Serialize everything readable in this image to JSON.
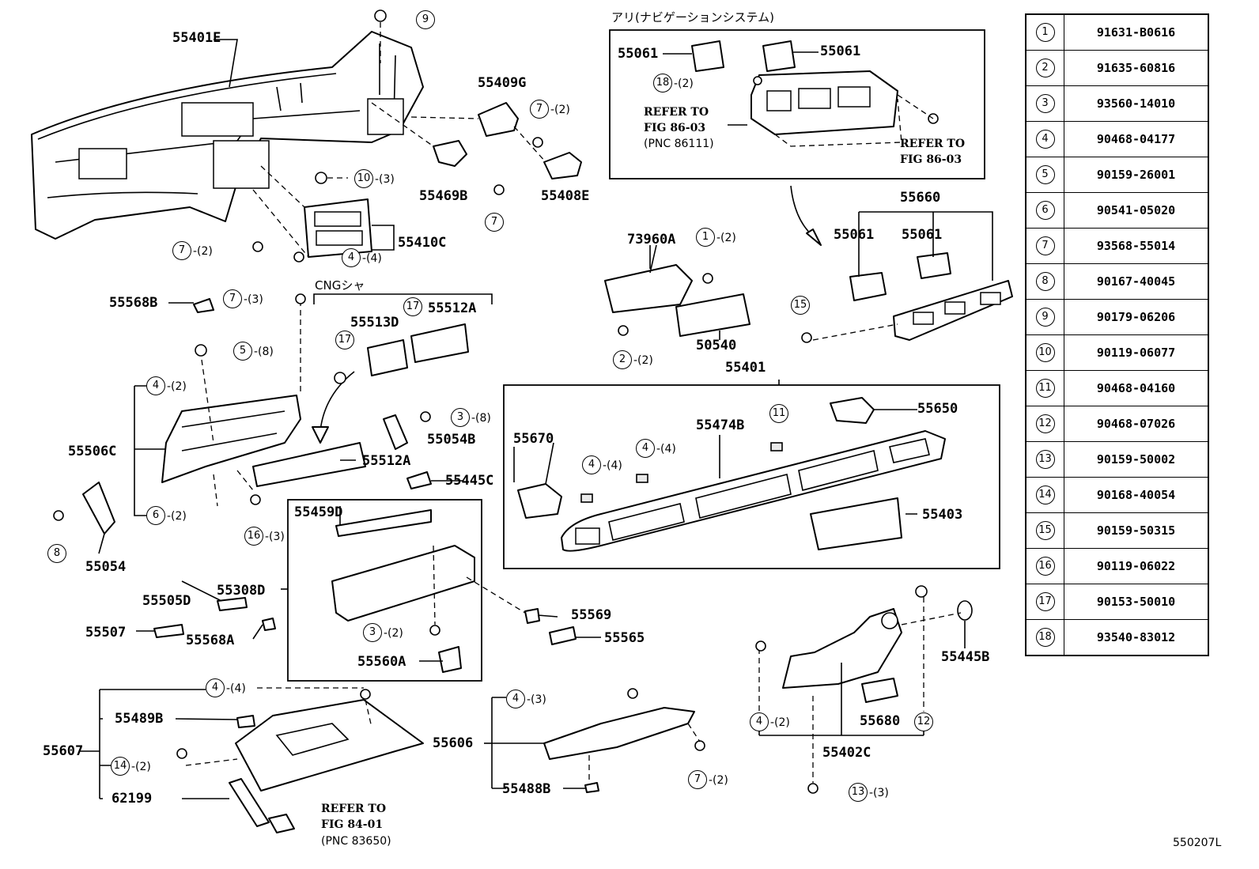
{
  "figure_code": "550207L",
  "box_titles": {
    "navi": "アリ(ナビゲーションシステム)",
    "cng": "CNGシャ"
  },
  "refs": {
    "navi_a_line1": "REFER TO",
    "navi_a_line2": "FIG 86-03",
    "navi_a_line3": "(PNC 86111)",
    "navi_b_line1": "REFER TO",
    "navi_b_line2": "FIG 86-03",
    "bottom_line1": "REFER TO",
    "bottom_line2": "FIG 84-01",
    "bottom_line3": "(PNC 83650)"
  },
  "part_labels": {
    "p55401E": "55401E",
    "p55409G": "55409G",
    "p55469B": "55469B",
    "p55408E": "55408E",
    "p55410C": "55410C",
    "p55061a": "55061",
    "p55061b": "55061",
    "p55660": "55660",
    "p55061c": "55061",
    "p55061d": "55061",
    "p73960A": "73960A",
    "p50540": "50540",
    "p55568B": "55568B",
    "p55513D": "55513D",
    "p55512A_top": "55512A",
    "p55512A_bot": "55512A",
    "p55506C": "55506C",
    "p55054B": "55054B",
    "p55445C": "55445C",
    "p55054": "55054",
    "p55401": "55401",
    "p55474B": "55474B",
    "p55650": "55650",
    "p55670": "55670",
    "p55403": "55403",
    "p55459D": "55459D",
    "p55308D": "55308D",
    "p55505D": "55505D",
    "p55507": "55507",
    "p55568A": "55568A",
    "p55569": "55569",
    "p55565": "55565",
    "p55560A": "55560A",
    "p55445B": "55445B",
    "p55680": "55680",
    "p55402C": "55402C",
    "p55489B": "55489B",
    "p55607": "55607",
    "p62199": "62199",
    "p55606": "55606",
    "p55488B": "55488B"
  },
  "callouts": [
    {
      "n": "9",
      "qty": ""
    },
    {
      "n": "10",
      "qty": "-(3)"
    },
    {
      "n": "7",
      "qty": "-(2)"
    },
    {
      "n": "7",
      "qty": ""
    },
    {
      "n": "7",
      "qty": "-(2)"
    },
    {
      "n": "4",
      "qty": "-(4)"
    },
    {
      "n": "18",
      "qty": "-(2)"
    },
    {
      "n": "1",
      "qty": "-(2)"
    },
    {
      "n": "2",
      "qty": "-(2)"
    },
    {
      "n": "15",
      "qty": ""
    },
    {
      "n": "7",
      "qty": "-(3)"
    },
    {
      "n": "17",
      "qty": ""
    },
    {
      "n": "17",
      "qty": ""
    },
    {
      "n": "5",
      "qty": "-(8)"
    },
    {
      "n": "4",
      "qty": "-(2)"
    },
    {
      "n": "3",
      "qty": "-(8)"
    },
    {
      "n": "6",
      "qty": "-(2)"
    },
    {
      "n": "16",
      "qty": "-(3)"
    },
    {
      "n": "8",
      "qty": ""
    },
    {
      "n": "11",
      "qty": ""
    },
    {
      "n": "4",
      "qty": "-(4)"
    },
    {
      "n": "4",
      "qty": "-(4)"
    },
    {
      "n": "3",
      "qty": "-(2)"
    },
    {
      "n": "4",
      "qty": "-(4)"
    },
    {
      "n": "14",
      "qty": "-(2)"
    },
    {
      "n": "4",
      "qty": "-(3)"
    },
    {
      "n": "7",
      "qty": "-(2)"
    },
    {
      "n": "4",
      "qty": "-(2)"
    },
    {
      "n": "12",
      "qty": ""
    },
    {
      "n": "13",
      "qty": "-(3)"
    }
  ],
  "legend": [
    {
      "n": "1",
      "part": "91631-B0616"
    },
    {
      "n": "2",
      "part": "91635-60816"
    },
    {
      "n": "3",
      "part": "93560-14010"
    },
    {
      "n": "4",
      "part": "90468-04177"
    },
    {
      "n": "5",
      "part": "90159-26001"
    },
    {
      "n": "6",
      "part": "90541-05020"
    },
    {
      "n": "7",
      "part": "93568-55014"
    },
    {
      "n": "8",
      "part": "90167-40045"
    },
    {
      "n": "9",
      "part": "90179-06206"
    },
    {
      "n": "10",
      "part": "90119-06077"
    },
    {
      "n": "11",
      "part": "90468-04160"
    },
    {
      "n": "12",
      "part": "90468-07026"
    },
    {
      "n": "13",
      "part": "90159-50002"
    },
    {
      "n": "14",
      "part": "90168-40054"
    },
    {
      "n": "15",
      "part": "90159-50315"
    },
    {
      "n": "16",
      "part": "90119-06022"
    },
    {
      "n": "17",
      "part": "90153-50010"
    },
    {
      "n": "18",
      "part": "93540-83012"
    }
  ]
}
